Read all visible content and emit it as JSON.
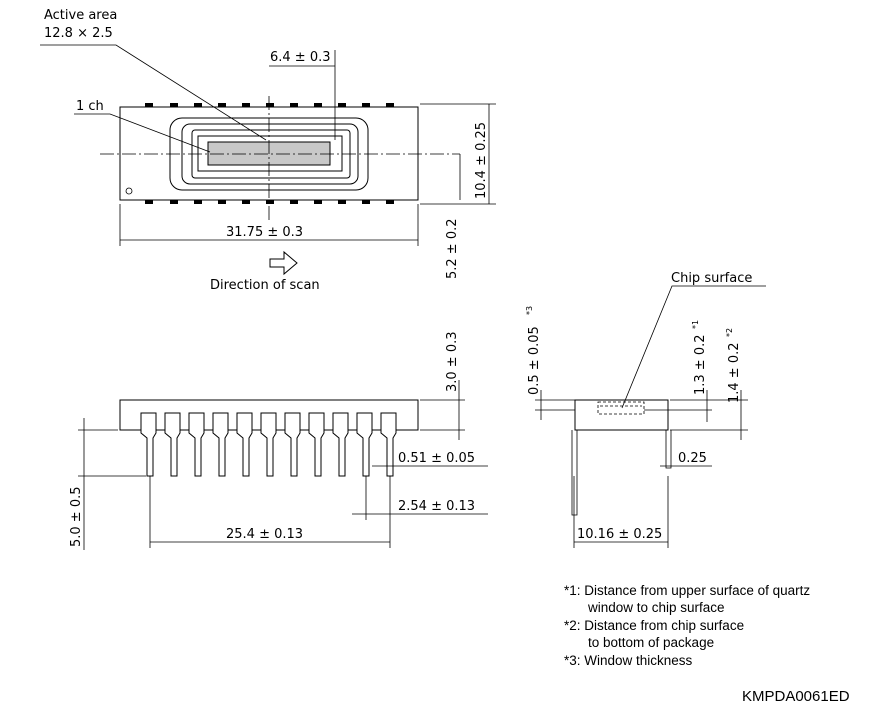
{
  "labels": {
    "active_area_title": "Active area",
    "active_area_size": "12.8 × 2.5",
    "one_ch": "1 ch",
    "chip_surface": "Chip surface",
    "direction_of_scan": "Direction of scan"
  },
  "dimensions": {
    "center_width": "6.4 ± 0.3",
    "package_height": "10.4 ± 0.25",
    "package_length": "31.75 ± 0.3",
    "half_height": "5.2 ± 0.2",
    "body_thickness": "3.0 ± 0.3",
    "lead_length": "5.0 ± 0.5",
    "lead_width": "0.51 ± 0.05",
    "pitch": "2.54 ± 0.13",
    "pin_span": "25.4 ± 0.13",
    "window_thickness_base": "0.5 ± 0.05",
    "window_thickness_mark": "*3",
    "window_to_chip_base": "1.3 ± 0.2",
    "window_to_chip_mark": "*1",
    "chip_to_bottom_base": "1.4 ± 0.2",
    "chip_to_bottom_mark": "*2",
    "lead_thickness": "0.25",
    "row_spacing": "10.16 ± 0.25"
  },
  "notes": {
    "n1_line1": "*1: Distance from upper surface of quartz",
    "n1_line2": "window to chip surface",
    "n2_line1": "*2: Distance from chip surface",
    "n2_line2": "to bottom of package",
    "n3": "*3: Window thickness"
  },
  "drawing_id": "KMPDA0061ED"
}
